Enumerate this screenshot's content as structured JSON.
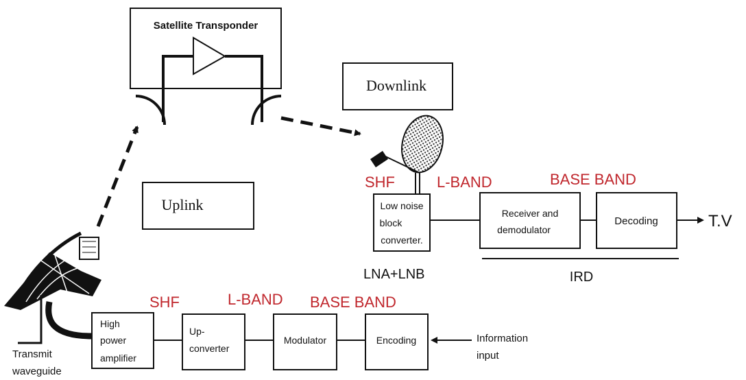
{
  "satellite": {
    "title": "Satellite Transponder"
  },
  "labels": {
    "downlink": "Downlink",
    "uplink": "Uplink"
  },
  "receive_chain": {
    "band_shf": "SHF",
    "band_lband": "L-BAND",
    "band_baseband": "BASE BAND",
    "lnb_line1": "Low noise",
    "lnb_line2": "block",
    "lnb_line3": "converter.",
    "receiver_line1": "Receiver and",
    "receiver_line2": "demodulator",
    "decoding": "Decoding",
    "output": "T.V",
    "lna_lnb": "LNA+LNB",
    "ird": "IRD"
  },
  "transmit_chain": {
    "band_shf": "SHF",
    "band_lband": "L-BAND",
    "band_baseband": "BASE BAND",
    "hpa_line1": "High",
    "hpa_line2": "power",
    "hpa_line3": "amplifier",
    "upconv_line1": "Up-",
    "upconv_line2": "converter",
    "modulator": "Modulator",
    "encoding": "Encoding",
    "input_line1": "Information",
    "input_line2": "input",
    "waveguide_line1": "Transmit",
    "waveguide_line2": "waveguide"
  },
  "colors": {
    "band_label": "#c0272d",
    "line": "#111111"
  }
}
